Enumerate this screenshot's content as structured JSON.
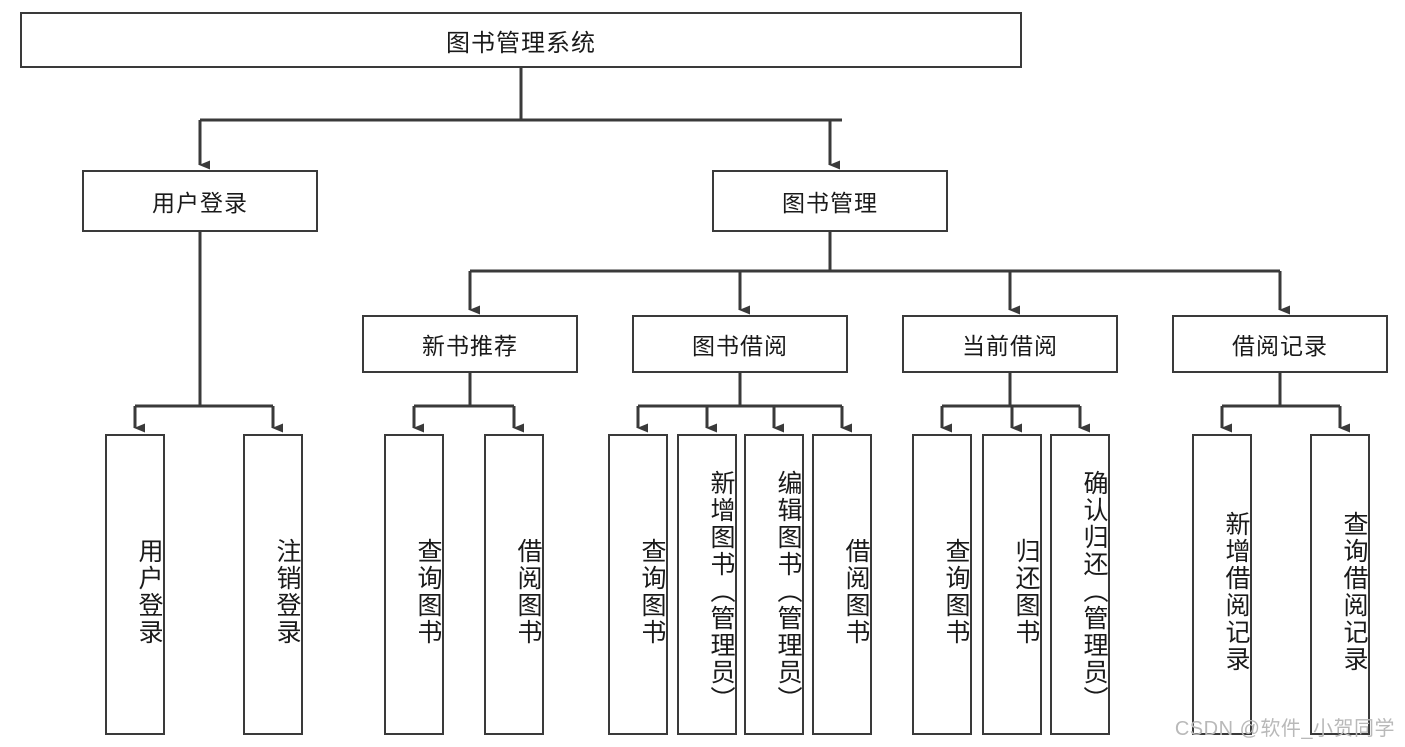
{
  "diagram": {
    "title": "图书管理系统",
    "type": "hierarchy-tree",
    "watermark": "CSDN @软件_小贺同学",
    "colors": {
      "box_border": "#3a3a3a",
      "box_fill": "#ffffff",
      "edge": "#3a3a3a",
      "text": "#1a1a1a",
      "watermark": "#b9b9b9",
      "background": "#ffffff"
    },
    "levels": {
      "level1": [
        {
          "id": "root",
          "label": "图书管理系统"
        }
      ],
      "level2": [
        {
          "id": "user-login",
          "label": "用户登录"
        },
        {
          "id": "book-manage",
          "label": "图书管理"
        }
      ],
      "level3": [
        {
          "id": "new-book-rec",
          "label": "新书推荐"
        },
        {
          "id": "book-borrow",
          "label": "图书借阅"
        },
        {
          "id": "current-borrow",
          "label": "当前借阅"
        },
        {
          "id": "borrow-record",
          "label": "借阅记录"
        }
      ],
      "level4": [
        {
          "id": "leaf-user-login",
          "label": "用户登录"
        },
        {
          "id": "leaf-logout-login",
          "label": "注销登录"
        },
        {
          "id": "leaf-query-book-1",
          "label": "查询图书"
        },
        {
          "id": "leaf-borrow-book-1",
          "label": "借阅图书"
        },
        {
          "id": "leaf-query-book-2",
          "label": "查询图书"
        },
        {
          "id": "leaf-add-book",
          "label": "新增图书（管理员）"
        },
        {
          "id": "leaf-edit-book",
          "label": "编辑图书（管理员）"
        },
        {
          "id": "leaf-borrow-book-2",
          "label": "借阅图书"
        },
        {
          "id": "leaf-query-book-3",
          "label": "查询图书"
        },
        {
          "id": "leaf-return-book",
          "label": "归还图书"
        },
        {
          "id": "leaf-confirm-return",
          "label": "确认归还（管理员）"
        },
        {
          "id": "leaf-add-record",
          "label": "新增借阅记录"
        },
        {
          "id": "leaf-query-record",
          "label": "查询借阅记录"
        }
      ]
    }
  }
}
